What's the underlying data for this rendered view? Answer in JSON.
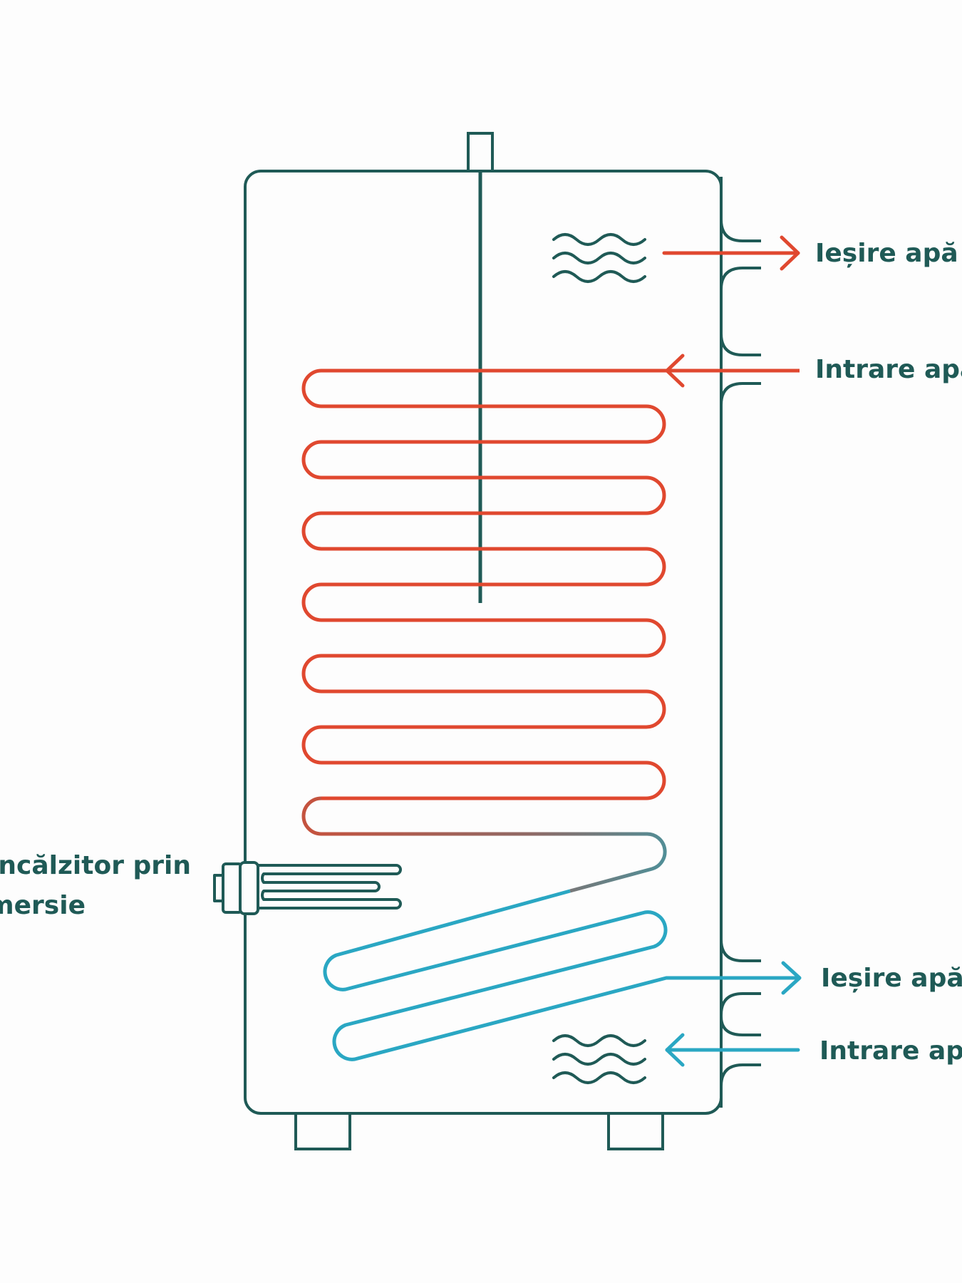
{
  "labels": {
    "top_outlet": "Ieșire apă",
    "top_inlet": "Intrare apă",
    "bottom_outlet": "Ieșire apă",
    "bottom_inlet": "Intrare apă",
    "heater_line1": "Încălzitor prin",
    "heater_line2": "imersie"
  },
  "colors": {
    "outline": "#1f5a56",
    "hot": "#e0482f",
    "cold": "#2aa7c3",
    "text": "#1f5a56",
    "background": "#fdfdfd"
  }
}
